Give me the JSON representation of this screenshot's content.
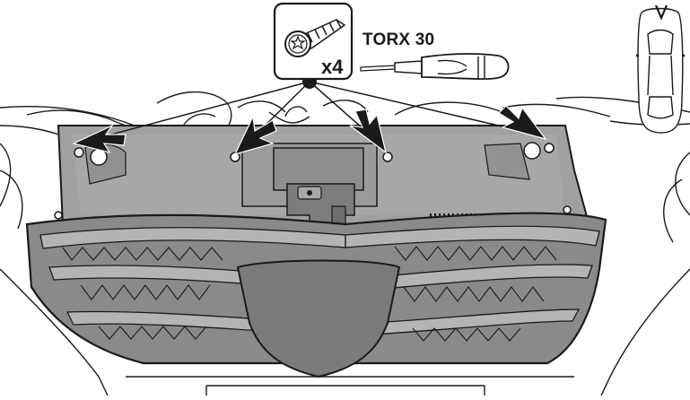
{
  "tool_label": "TORX 30",
  "screw_quantity": "x4",
  "screw_count": 4,
  "colors": {
    "line": "#1a1a1a",
    "panel_fill": "#a0a0a0",
    "panel_dark": "#7d7d7d",
    "grille_fill": "#8a8a8a",
    "callout_bg": "#ffffff"
  },
  "icons": [
    "screw-icon",
    "screwdriver-icon",
    "car-top-view-icon",
    "direction-arrow-icon"
  ]
}
